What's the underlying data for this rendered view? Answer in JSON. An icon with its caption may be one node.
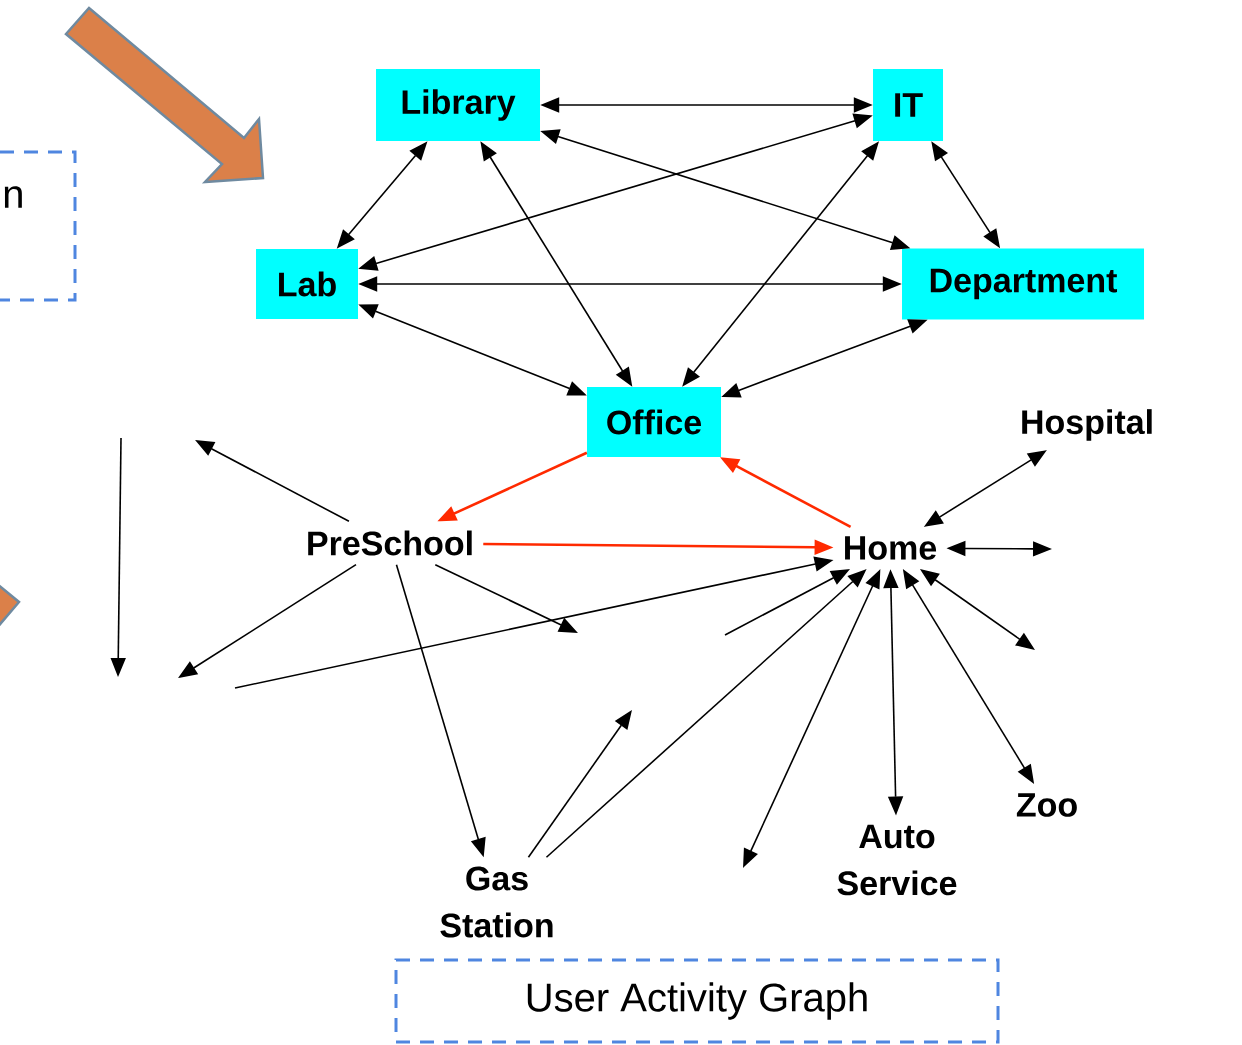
{
  "diagram": {
    "nodes": [
      {
        "text": [
          "Library"
        ]
      },
      {
        "text": [
          "IT"
        ]
      },
      {
        "text": [
          "Lab"
        ]
      },
      {
        "text": [
          "Department"
        ]
      },
      {
        "text": [
          "Office"
        ]
      },
      {
        "text": [
          "Hospital"
        ]
      },
      {
        "text": [
          "PreSchool"
        ]
      },
      {
        "text": [
          "Home"
        ]
      },
      {
        "text": [
          "Zoo"
        ]
      },
      {
        "text": [
          "Auto Service"
        ]
      },
      {
        "text": [
          "Gas Station"
        ]
      },
      {
        "text": [
          "User Activity Graph"
        ]
      },
      {
        "text": [
          "n"
        ]
      }
    ],
    "edges": [
      {
        "from": 0,
        "to": 1,
        "arrow": "both"
      },
      {
        "from": 0,
        "to": 2,
        "arrow": "both"
      },
      {
        "from": 1,
        "to": 2,
        "arrow": "both"
      },
      {
        "from": 0,
        "to": 3,
        "arrow": "both"
      },
      {
        "from": 2,
        "to": 3,
        "arrow": "both"
      },
      {
        "from": 0,
        "to": 4,
        "arrow": "both"
      },
      {
        "from": 1,
        "to": 4,
        "arrow": "both"
      },
      {
        "from": 1,
        "to": 3,
        "arrow": "both"
      },
      {
        "from": 2,
        "to": 4,
        "arrow": "both"
      },
      {
        "from": 3,
        "to": 4,
        "arrow": "both"
      },
      {
        "from": 4,
        "to": 6,
        "arrow": "to",
        "color": "#ff2a00"
      },
      {
        "from": 7,
        "to": 4,
        "arrow": "to",
        "color": "#ff2a00"
      },
      {
        "from": 6,
        "to": 7,
        "arrow": "to",
        "color": "#ff2a00"
      },
      {
        "from": 6,
        "to": null,
        "arrow": "to"
      },
      {
        "from": 6,
        "to": null,
        "arrow": "to"
      },
      {
        "from": null,
        "to": 7,
        "arrow": "to"
      },
      {
        "from": 6,
        "to": null,
        "arrow": "to"
      },
      {
        "from": 6,
        "to": 10,
        "arrow": "to"
      },
      {
        "from": null,
        "to": 7,
        "arrow": "to"
      },
      {
        "from": 10,
        "to": null,
        "arrow": "to"
      },
      {
        "from": 10,
        "to": 7,
        "arrow": "to"
      },
      {
        "from": 7,
        "to": null,
        "arrow": "both"
      },
      {
        "from": 7,
        "to": 9,
        "arrow": "both"
      },
      {
        "from": 7,
        "to": 8,
        "arrow": "both"
      },
      {
        "from": 7,
        "to": null,
        "arrow": "both"
      },
      {
        "from": 7,
        "to": null,
        "arrow": "both"
      },
      {
        "from": 7,
        "to": 5,
        "arrow": "both"
      }
    ]
  }
}
